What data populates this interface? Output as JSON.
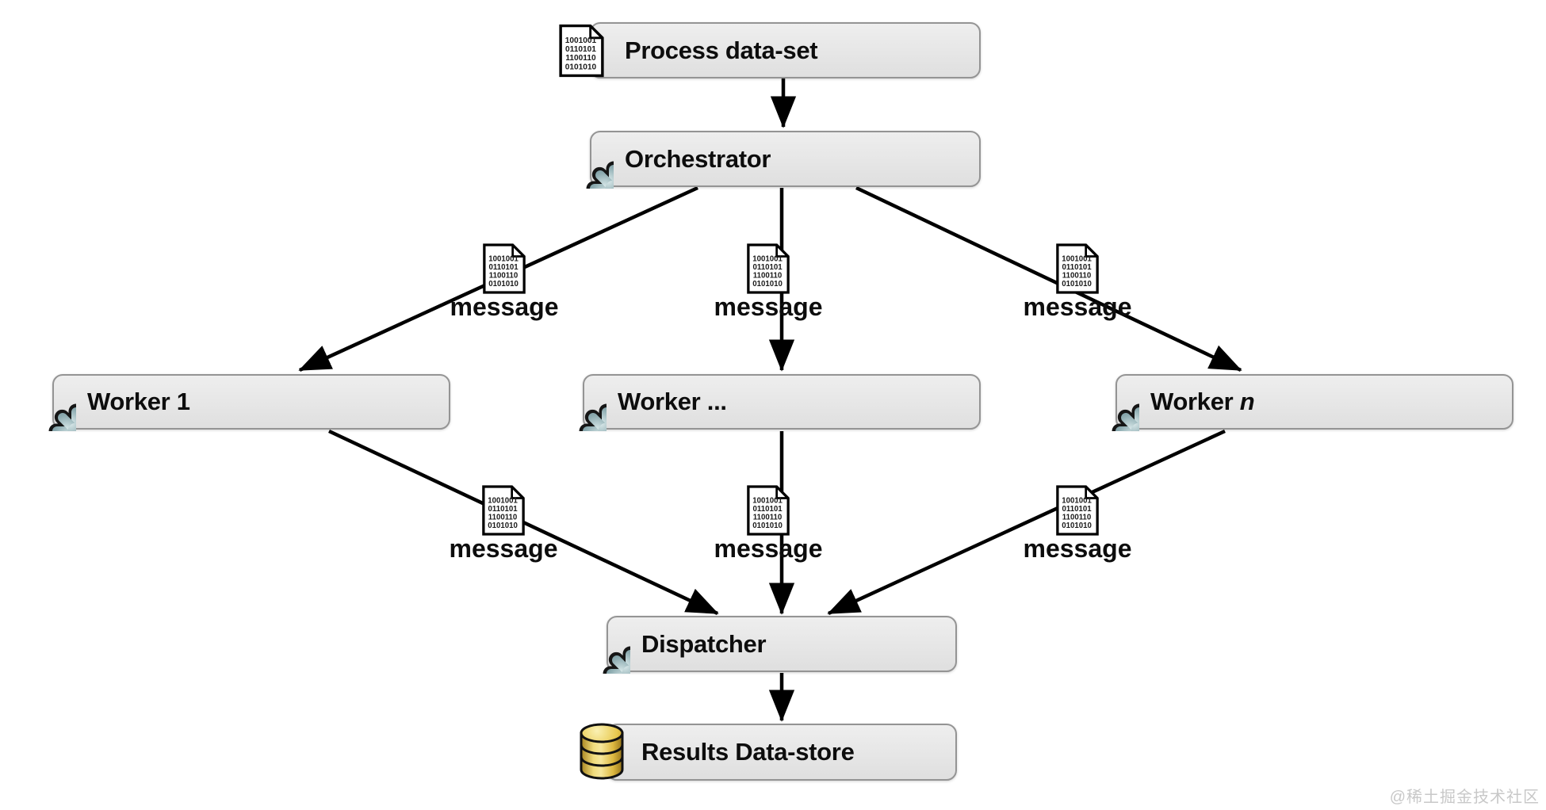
{
  "diagram": {
    "watermark": "@稀土掘金技术社区",
    "message_label": "message",
    "binary_lines": [
      "1001001",
      "0110101",
      "1100110",
      "0101010"
    ],
    "nodes": {
      "process": {
        "label": "Process data-set",
        "icon": "binary-document-icon"
      },
      "orchestrator": {
        "label": "Orchestrator",
        "icon": "asterisk-icon"
      },
      "worker1": {
        "label": "Worker 1",
        "icon": "asterisk-icon"
      },
      "worker_mid": {
        "label": "Worker ...",
        "icon": "asterisk-icon"
      },
      "worker_n": {
        "prefix": "Worker ",
        "variable": "n",
        "icon": "asterisk-icon"
      },
      "dispatcher": {
        "label": "Dispatcher",
        "icon": "asterisk-icon"
      },
      "results": {
        "label": "Results Data-store",
        "icon": "database-icon"
      }
    },
    "colors": {
      "arrow": "#000000",
      "node_fill": "#e7e7e7",
      "node_border": "#949494",
      "asterisk_teal": "#7fa3a9",
      "database_gold": "#e2bf4e",
      "watermark": "#c8c8c8"
    }
  }
}
